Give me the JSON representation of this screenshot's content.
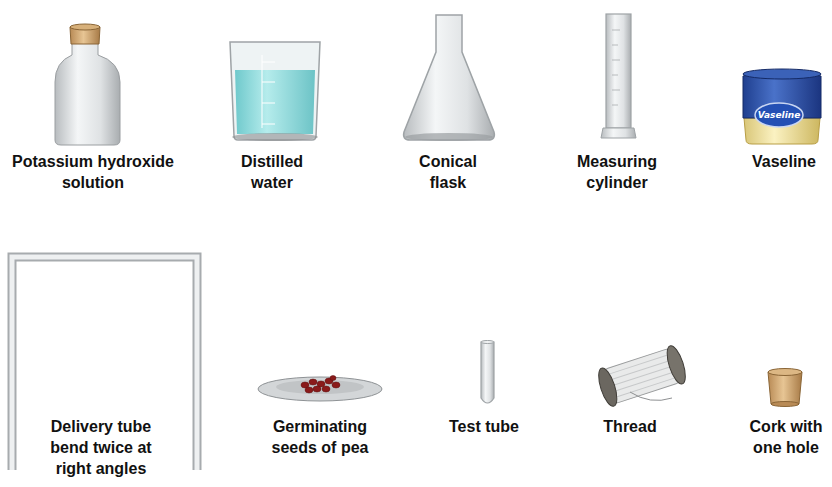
{
  "diagram": {
    "labels": [
      "Potassium hydroxide solution",
      "Distilled water",
      "Conical flask",
      "Measuring cylinder",
      "Vaseline",
      "Vaseline",
      "Delivery tube bend twice at right angles",
      "Germinating seeds of pea",
      "Test tube",
      "Thread",
      "Cork with one hole"
    ]
  }
}
